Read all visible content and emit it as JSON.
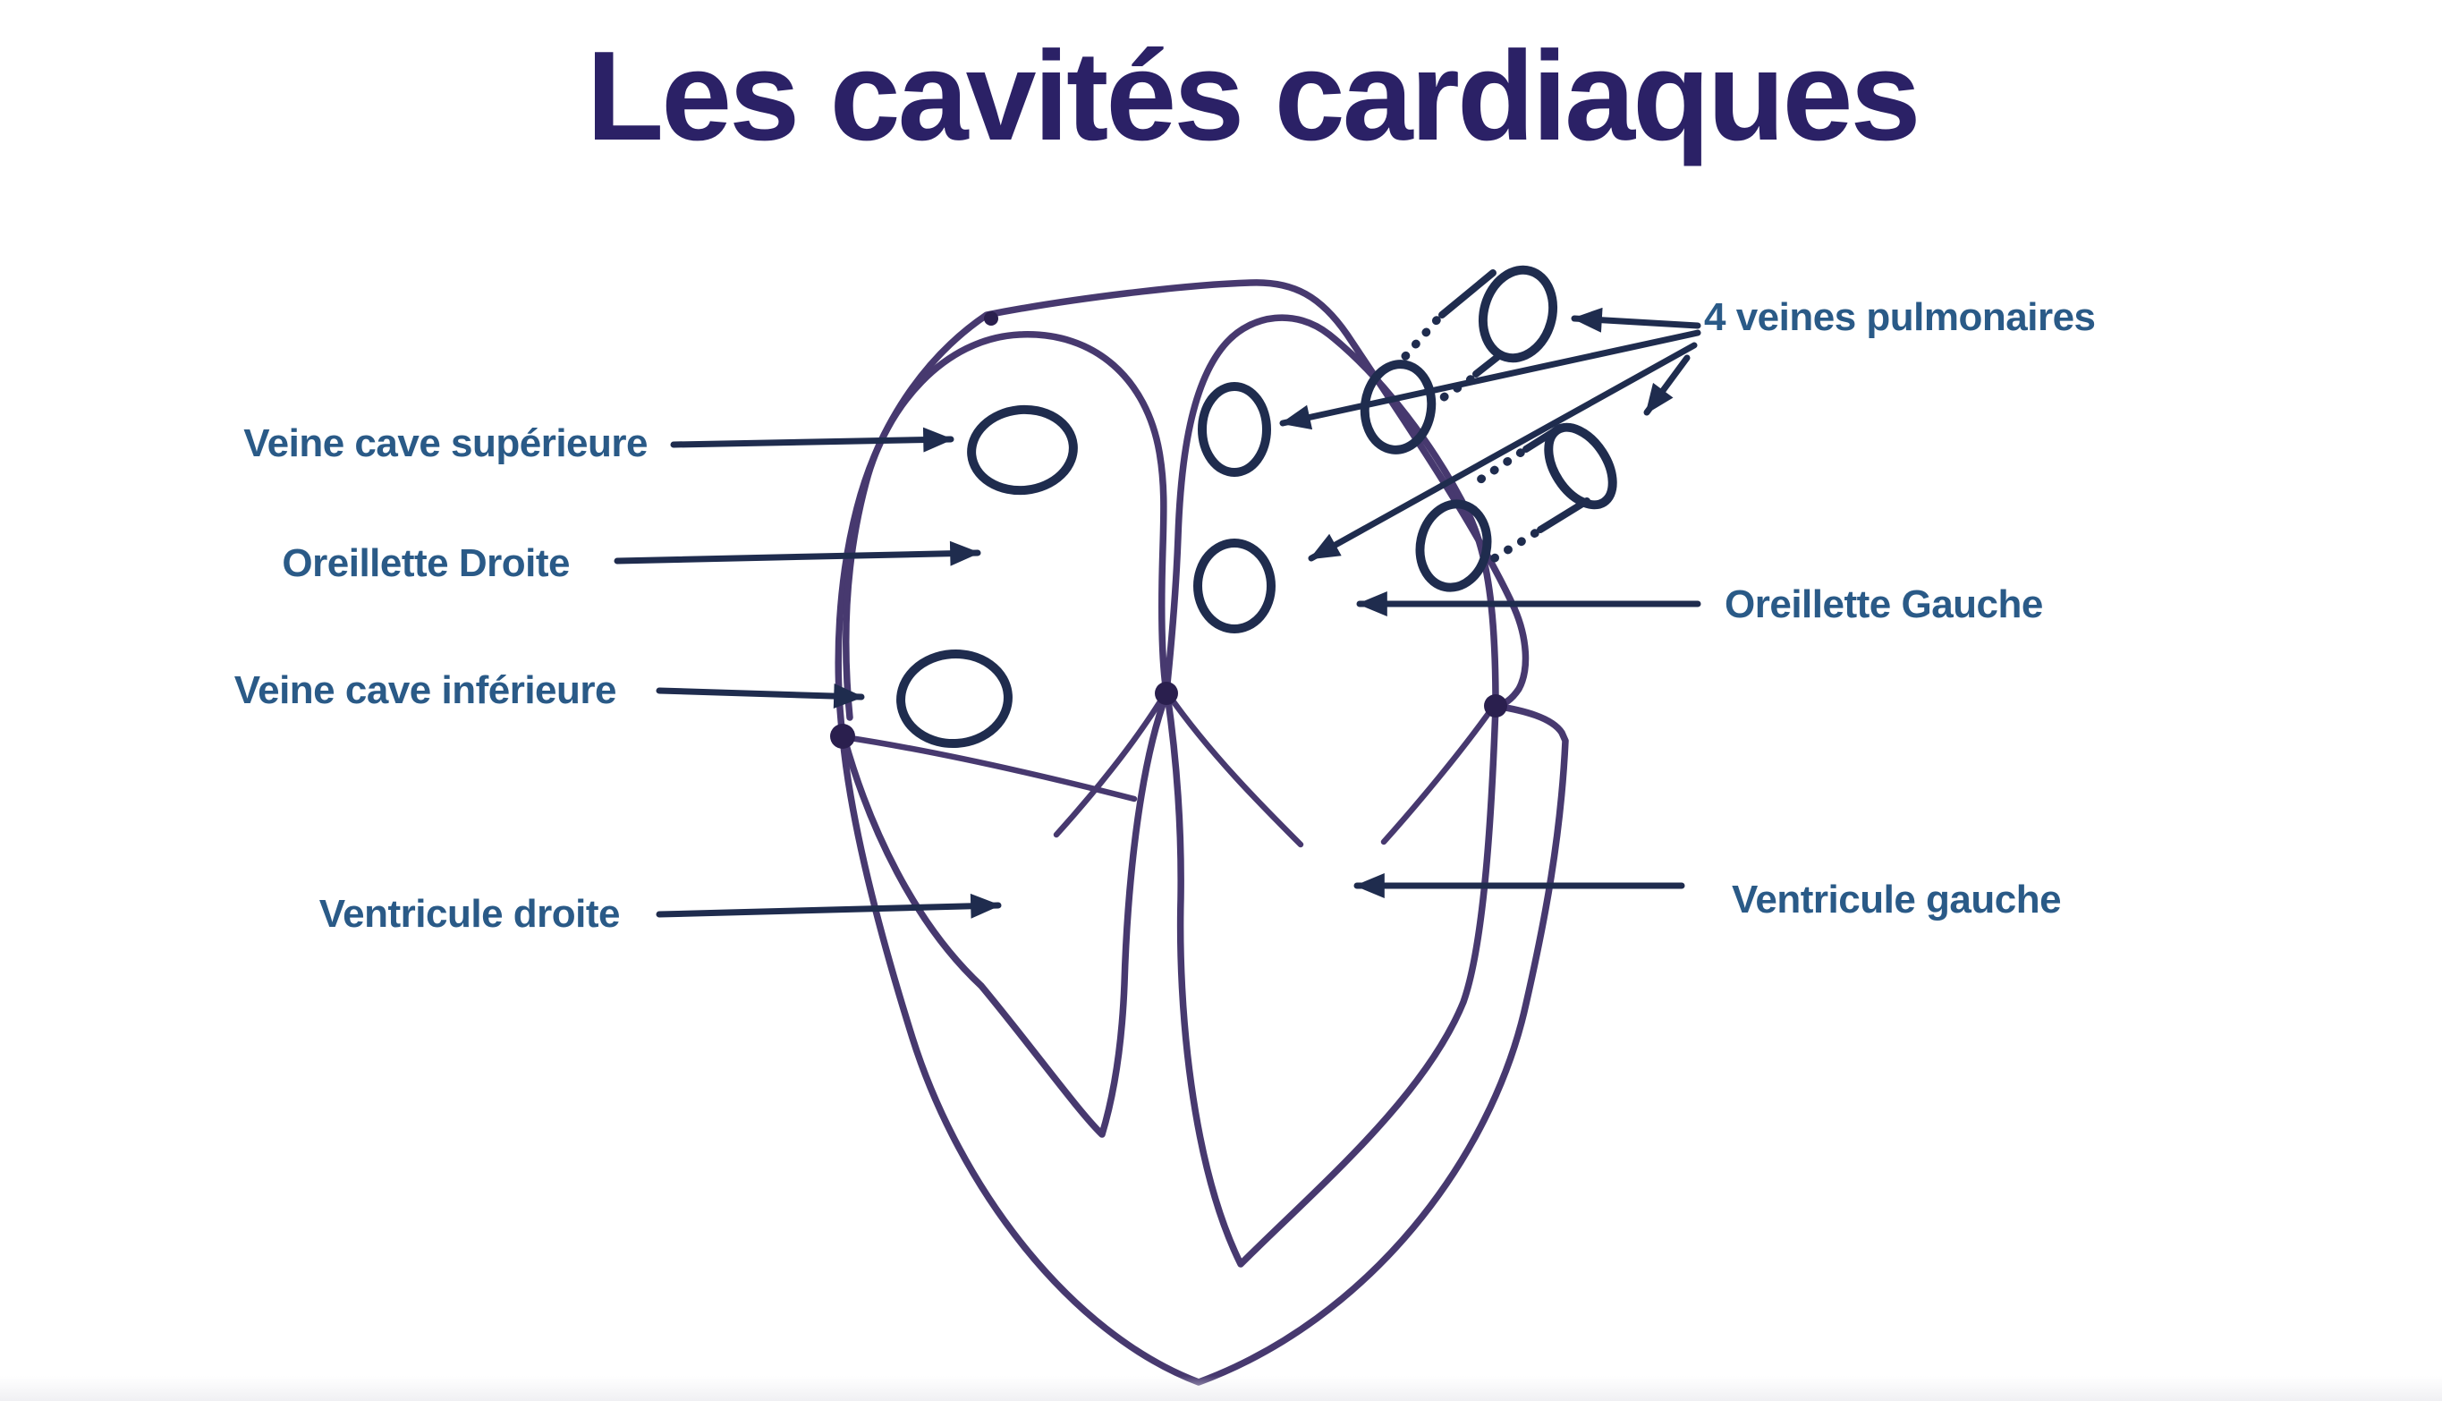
{
  "title": {
    "text": "Les cavités cardiaques",
    "color": "#2b2166"
  },
  "diagram": {
    "description": "Hand-drawn frontal cross-section of the heart with four chambers, vessel openings drawn as navy ellipses, and labelled arrows",
    "labels": [
      {
        "id": "veine-cave-superieure",
        "text": "Veine cave supérieure",
        "side": "left"
      },
      {
        "id": "oreillette-droite",
        "text": "Oreillette Droite",
        "side": "left"
      },
      {
        "id": "veine-cave-inferieure",
        "text": "Veine cave inférieure",
        "side": "left"
      },
      {
        "id": "ventricule-droite",
        "text": "Ventricule droite",
        "side": "left"
      },
      {
        "id": "veines-pulmonaires",
        "text": "4 veines pulmonaires",
        "side": "right"
      },
      {
        "id": "oreillette-gauche",
        "text": "Oreillette Gauche",
        "side": "right"
      },
      {
        "id": "ventricule-gauche",
        "text": "Ventricule gauche",
        "side": "right"
      }
    ],
    "colors": {
      "label_text": "#2a5a87",
      "title_text": "#2b2166",
      "heart_outline": "#47396f",
      "heart_knots": "#2a1f4e",
      "annotation_ink": "#1f2c4e",
      "background": "#ffffff"
    }
  }
}
